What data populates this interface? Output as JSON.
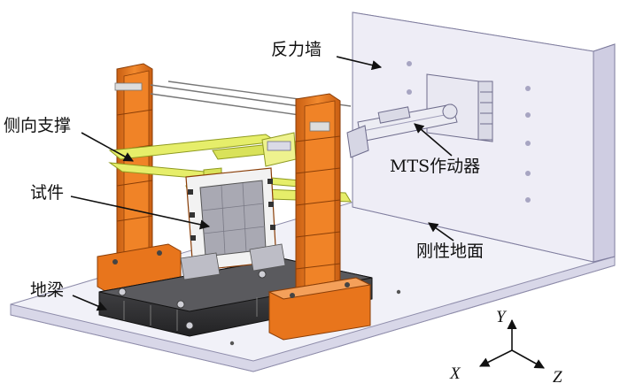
{
  "labels": {
    "reaction_wall": "反力墙",
    "lateral_bracing": "侧向支撑",
    "specimen": "试件",
    "mts_actuator": "MTS作动器",
    "rigid_floor": "刚性地面",
    "ground_beam": "地梁"
  },
  "axes": {
    "y": "Y",
    "x": "X",
    "z": "Z"
  },
  "colors": {
    "frame_orange": "#E8751C",
    "frame_orange_dark": "#B4520F",
    "bracing_yellow": "#E6EE6A",
    "bracing_yellow_dark": "#AEB838",
    "wall_lavender": "#EEEDF6",
    "wall_side": "#C9C7DE",
    "floor": "#F1F1F8",
    "ground_beam": "#3A3A3C",
    "specimen_grey": "#A9A9B3",
    "specimen_frame": "#F2F2F2"
  }
}
